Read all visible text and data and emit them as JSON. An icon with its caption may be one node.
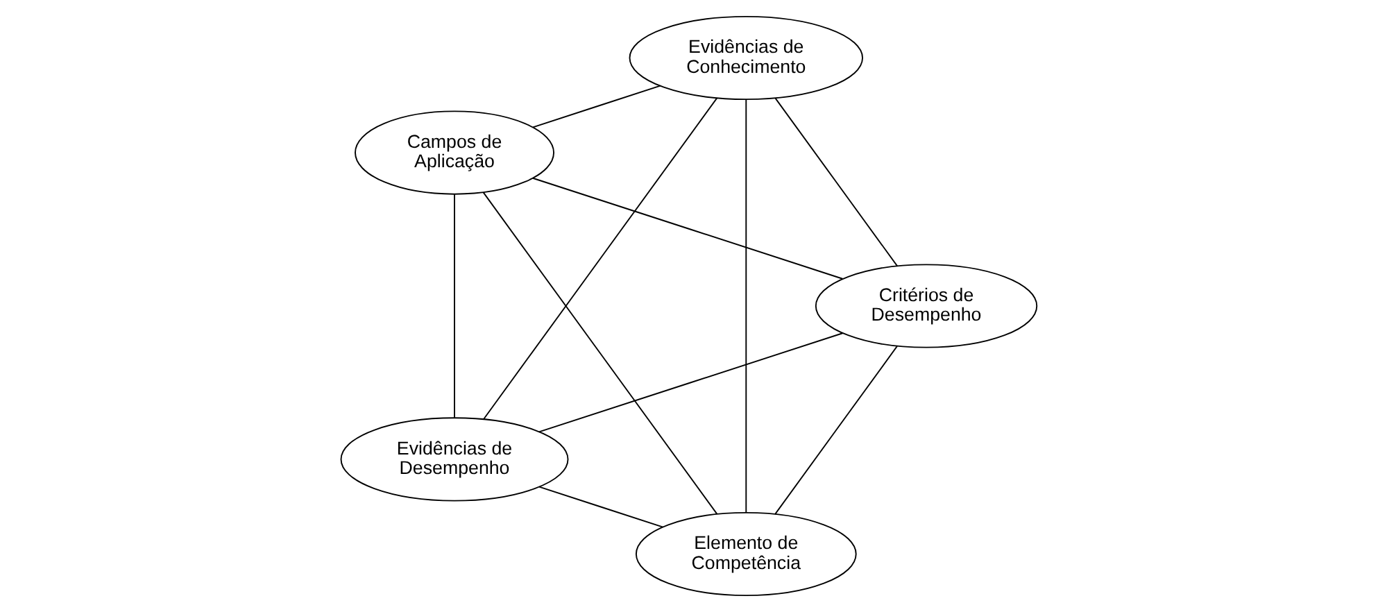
{
  "diagram": {
    "nodes": [
      {
        "text": [
          "Elemento de Competência"
        ]
      },
      {
        "text": [
          "Critérios de Desempenho"
        ]
      },
      {
        "text": [
          "Campos de Aplicação"
        ]
      },
      {
        "text": [
          "Evidências de Conhecimento"
        ]
      },
      {
        "text": [
          "Evidências de Desempenho"
        ]
      }
    ],
    "edges": [
      {
        "from": 0,
        "to": 1,
        "arrow": "none"
      },
      {
        "from": 0,
        "to": 2,
        "arrow": "none"
      },
      {
        "from": 0,
        "to": 3,
        "arrow": "none"
      },
      {
        "from": 0,
        "to": 4,
        "arrow": "none"
      },
      {
        "from": 1,
        "to": 2,
        "arrow": "none"
      },
      {
        "from": 1,
        "to": 4,
        "arrow": "none"
      },
      {
        "from": 1,
        "to": 3,
        "arrow": "none"
      },
      {
        "from": 2,
        "to": 3,
        "arrow": "none"
      },
      {
        "from": 2,
        "to": 4,
        "arrow": "none"
      },
      {
        "from": 3,
        "to": 4,
        "arrow": "none"
      }
    ]
  }
}
